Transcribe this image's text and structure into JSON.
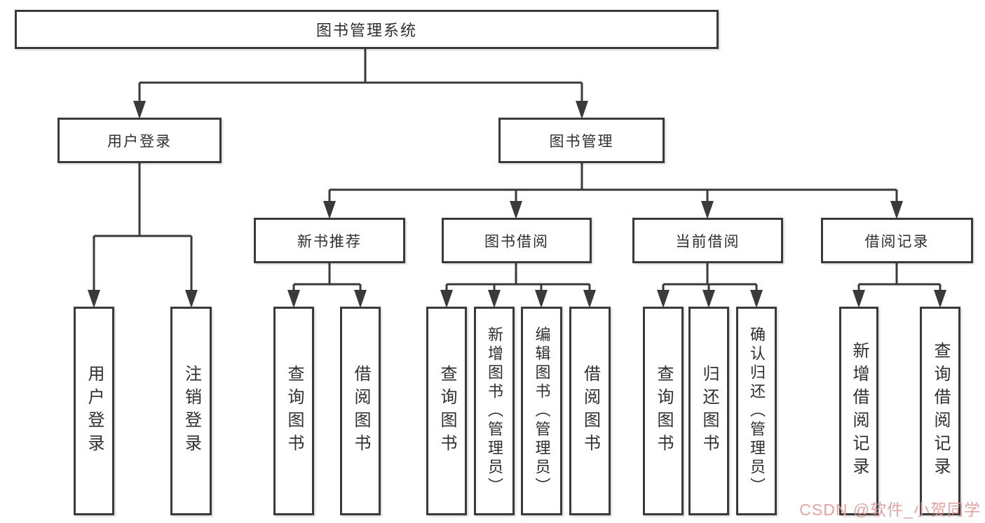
{
  "tree": {
    "root": {
      "label": "图书管理系统"
    },
    "branches": [
      {
        "label": "用户登录",
        "children": [
          {
            "label": "用户登录"
          },
          {
            "label": "注销登录"
          }
        ]
      },
      {
        "label": "图书管理",
        "children": [
          {
            "label": "新书推荐",
            "children": [
              {
                "label": "查询图书"
              },
              {
                "label": "借阅图书"
              }
            ]
          },
          {
            "label": "图书借阅",
            "children": [
              {
                "label": "查询图书"
              },
              {
                "label": "新增图书（管理员）"
              },
              {
                "label": "编辑图书（管理员）"
              },
              {
                "label": "借阅图书"
              }
            ]
          },
          {
            "label": "当前借阅",
            "children": [
              {
                "label": "查询图书"
              },
              {
                "label": "归还图书"
              },
              {
                "label": "确认归还（管理员）"
              }
            ]
          },
          {
            "label": "借阅记录",
            "children": [
              {
                "label": "新增借阅记录"
              },
              {
                "label": "查询借阅记录"
              }
            ]
          }
        ]
      }
    ]
  },
  "watermark": {
    "text": "CSDN @软件_小贺同学",
    "color": "#e09a9a"
  },
  "colors": {
    "line": "#3a3a3a",
    "box_border": "#3a3a3a",
    "text": "#2f2f2f",
    "background": "#ffffff"
  }
}
